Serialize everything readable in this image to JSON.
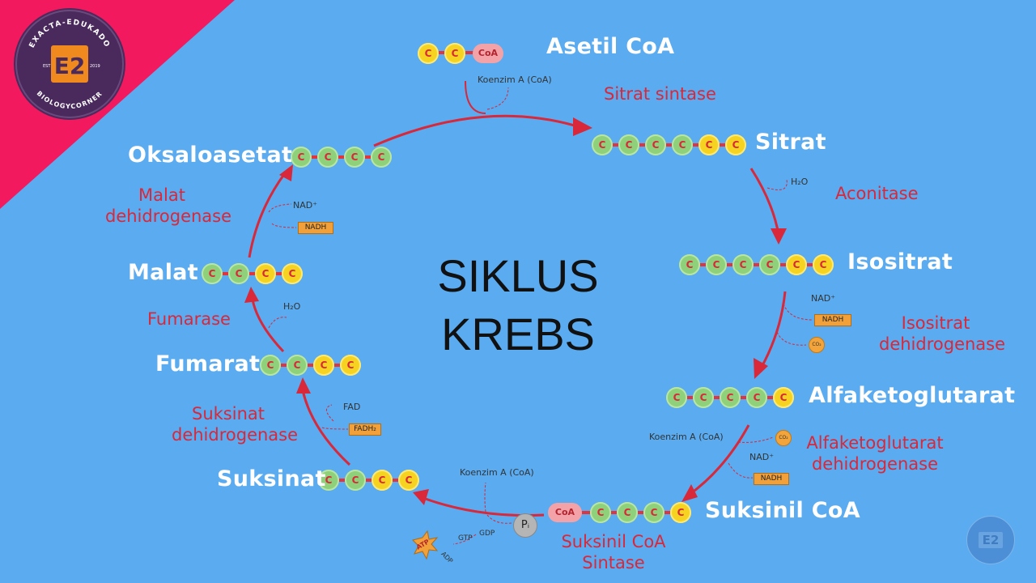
{
  "title_line1": "SIKLUS",
  "title_line2": "KREBS",
  "molecules": {
    "asetil_coa": "Asetil CoA",
    "sitrat": "Sitrat",
    "isositrat": "Isositrat",
    "alfaketoglutarat": "Alfaketoglutarat",
    "suksinil_coa": "Suksinil CoA",
    "suksinat": "Suksinat",
    "fumarat": "Fumarat",
    "malat": "Malat",
    "oksaloasetat": "Oksaloasetat"
  },
  "enzymes": {
    "sitrat_sintase": "Sitrat sintase",
    "aconitase": "Aconitase",
    "isositrat_dh_1": "Isositrat",
    "isositrat_dh_2": "dehidrogenase",
    "alfa_dh_1": "Alfaketoglutarat",
    "alfa_dh_2": "dehidrogenase",
    "suksinil_sintase_1": "Suksinil CoA",
    "suksinil_sintase_2": "Sintase",
    "suksinat_dh_1": "Suksinat",
    "suksinat_dh_2": "dehidrogenase",
    "fumarase": "Fumarase",
    "malat_dh_1": "Malat",
    "malat_dh_2": "dehidrogenase"
  },
  "cofactors": {
    "koenzim_a": "Koenzim A (CoA)",
    "h2o": "H₂O",
    "nad": "NAD⁺",
    "nadh": "NADH",
    "co2": "CO₂",
    "fad": "FAD",
    "fadh2": "FADH₂",
    "gtp": "GTP",
    "gdp": "GDP",
    "atp": "ATP",
    "adp": "ADP",
    "pi": "Pᵢ",
    "coa": "CoA",
    "carbon": "C"
  },
  "logo": {
    "top_text": "EXACTA-EDUKADO",
    "bottom_text": "BIOLOGYCORNER",
    "est": "EST",
    "year": "2019",
    "mark": "E2"
  },
  "colors": {
    "background": "#5aabf0",
    "arrow": "#d8283a",
    "corner_banner": "#f2195e",
    "logo_bg": "#4a2a5c",
    "logo_orange": "#f08a1e"
  }
}
